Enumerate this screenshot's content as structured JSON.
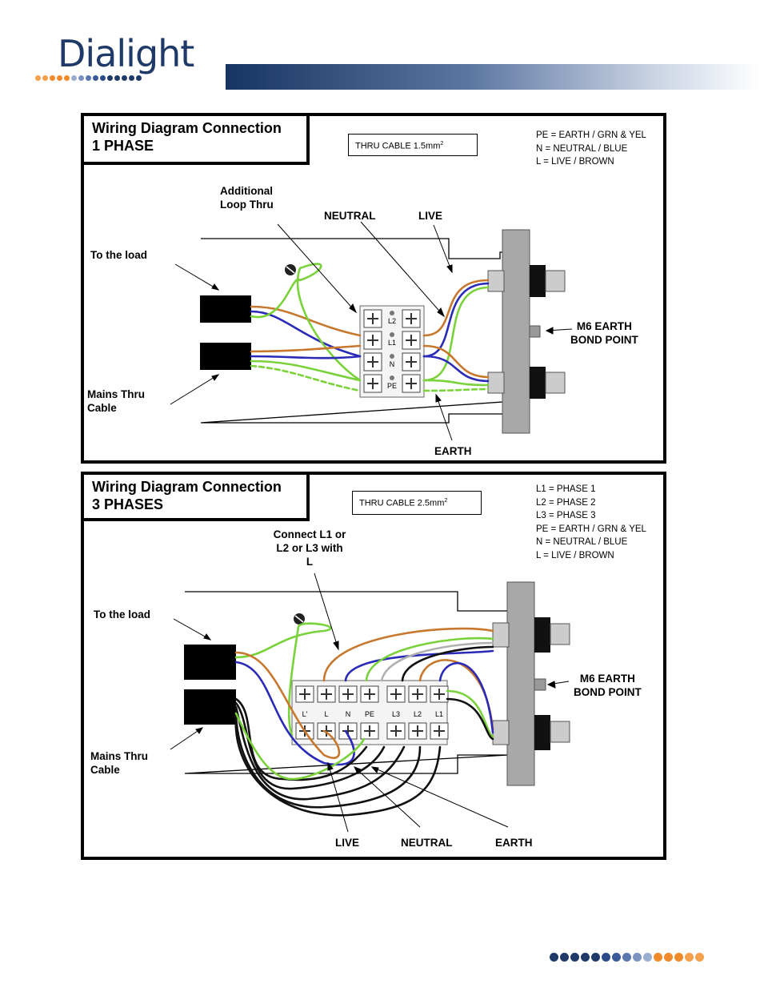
{
  "brand": {
    "name": "Dialight",
    "dot_colors": [
      "#f5a04a",
      "#f5a04a",
      "#f08a2a",
      "#f08a2a",
      "#f08a2a",
      "#9aaed0",
      "#7a93c0",
      "#5a78b0",
      "#3a5a98",
      "#2a4a88",
      "#1f3a68",
      "#1f3a68",
      "#1f3a68",
      "#1f3a68",
      "#1f3a68"
    ]
  },
  "panel_1phase": {
    "title_line1": "Wiring Diagram Connection",
    "title_line2": "1 PHASE",
    "cable": "THRU CABLE 1.5mm",
    "cable_sup": "2",
    "legend": [
      "PE = EARTH / GRN & YEL",
      "N = NEUTRAL / BLUE",
      "L = LIVE / BROWN"
    ],
    "labels": {
      "additional_loop_1": "Additional",
      "additional_loop_2": "Loop Thru",
      "neutral": "NEUTRAL",
      "live": "LIVE",
      "to_the_load": "To the load",
      "mains_1": "Mains Thru",
      "mains_2": "Cable",
      "m6_1": "M6 EARTH",
      "m6_2": "BOND POINT",
      "earth": "EARTH"
    },
    "terminal_labels": [
      "L2",
      "L1",
      "N",
      "PE"
    ]
  },
  "panel_3phase": {
    "title_line1": "Wiring Diagram Connection",
    "title_line2": "3 PHASES",
    "cable": "THRU CABLE 2.5mm",
    "cable_sup": "2",
    "legend": [
      "L1 = PHASE 1",
      "L2 = PHASE 2",
      "L3 = PHASE 3",
      "PE = EARTH / GRN & YEL",
      "N = NEUTRAL / BLUE",
      "L = LIVE / BROWN"
    ],
    "labels": {
      "connect_1": "Connect L1 or",
      "connect_2": "L2 or L3 with",
      "connect_3": "L",
      "to_the_load": "To the load",
      "mains_1": "Mains Thru",
      "mains_2": "Cable",
      "m6_1": "M6 EARTH",
      "m6_2": "BOND POINT",
      "live": "LIVE",
      "neutral": "NEUTRAL",
      "earth": "EARTH"
    },
    "terminal_labels": [
      "L'",
      "L",
      "N",
      "PE",
      "L3",
      "L2",
      "L1"
    ]
  },
  "wire_colors": {
    "live": "#c8782e",
    "neutral": "#2a2ab8",
    "earth_green": "#7ad23a",
    "earth_yellow": "#e8e060",
    "black": "#111111",
    "grey": "#b0b0b0"
  }
}
